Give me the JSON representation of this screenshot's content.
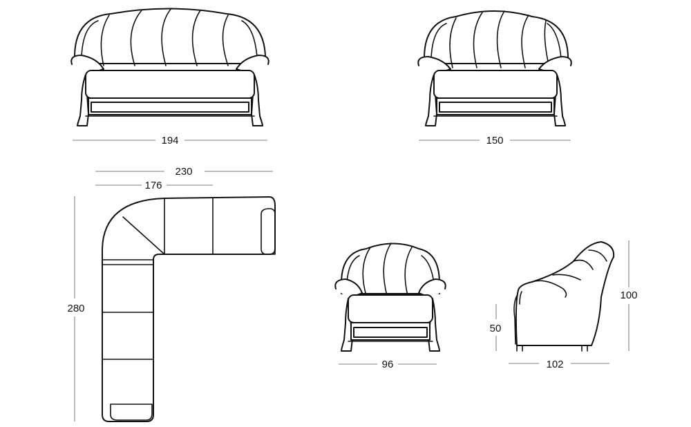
{
  "dimensions": {
    "sofa3_width": "194",
    "sofa2_width": "150",
    "corner_total_width": "230",
    "corner_inner_width": "176",
    "corner_depth": "280",
    "armchair_width": "96",
    "armchair_side_depth": "102",
    "armchair_seat_height": "50",
    "armchair_total_height": "100"
  }
}
